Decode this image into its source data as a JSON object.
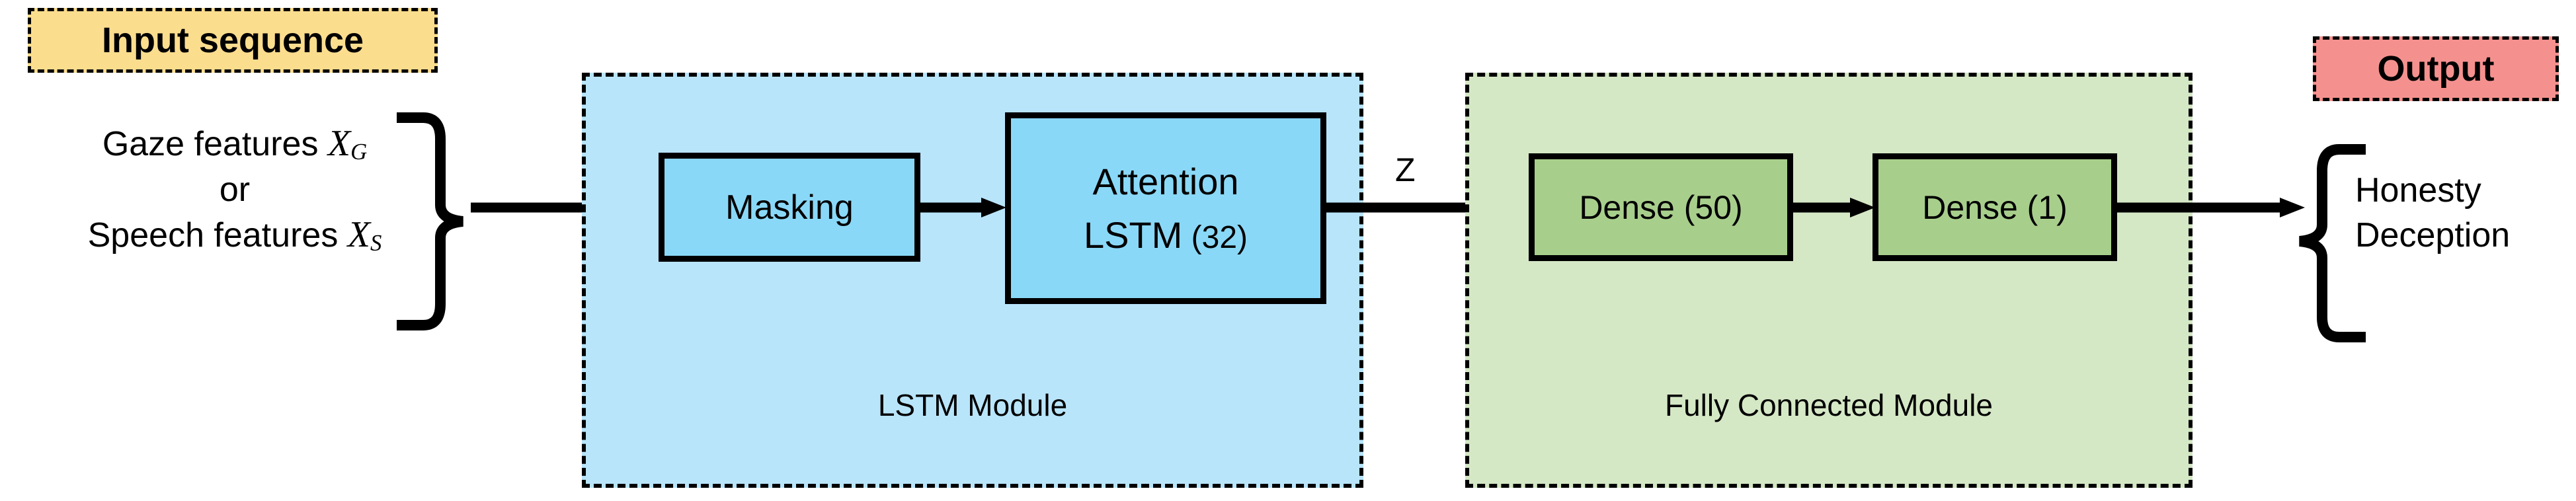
{
  "diagram": {
    "title": "Attention LSTM deception detection architecture",
    "colors": {
      "input_badge_bg": "#FBDD8E",
      "output_badge_bg": "#F4918E",
      "lstm_panel_bg": "#B9E5FB",
      "lstm_box_bg": "#8AD8F7",
      "fc_panel_bg": "#D5E8C6",
      "fc_box_bg": "#A8CE8C",
      "stroke": "#000000",
      "background": "#FFFFFF"
    }
  },
  "input": {
    "badge_label": "Input sequence",
    "lines": [
      {
        "text": "Gaze features ",
        "symbol": "X",
        "subscript": "G"
      },
      {
        "text": "or",
        "symbol": "",
        "subscript": ""
      },
      {
        "text": "Speech features ",
        "symbol": "X",
        "subscript": "S"
      }
    ]
  },
  "lstm_module": {
    "caption": "LSTM Module",
    "layers": [
      {
        "name": "masking",
        "label": "Masking"
      },
      {
        "name": "attention-lstm",
        "label_line1": "Attention",
        "label_line2": "LSTM",
        "units": "(32)"
      }
    ]
  },
  "connection": {
    "latent_label": "Z"
  },
  "fc_module": {
    "caption": "Fully Connected Module",
    "layers": [
      {
        "name": "dense-50",
        "label": "Dense (50)"
      },
      {
        "name": "dense-1",
        "label": "Dense (1)"
      }
    ]
  },
  "output": {
    "badge_label": "Output",
    "classes": [
      "Honesty",
      "Deception"
    ]
  }
}
